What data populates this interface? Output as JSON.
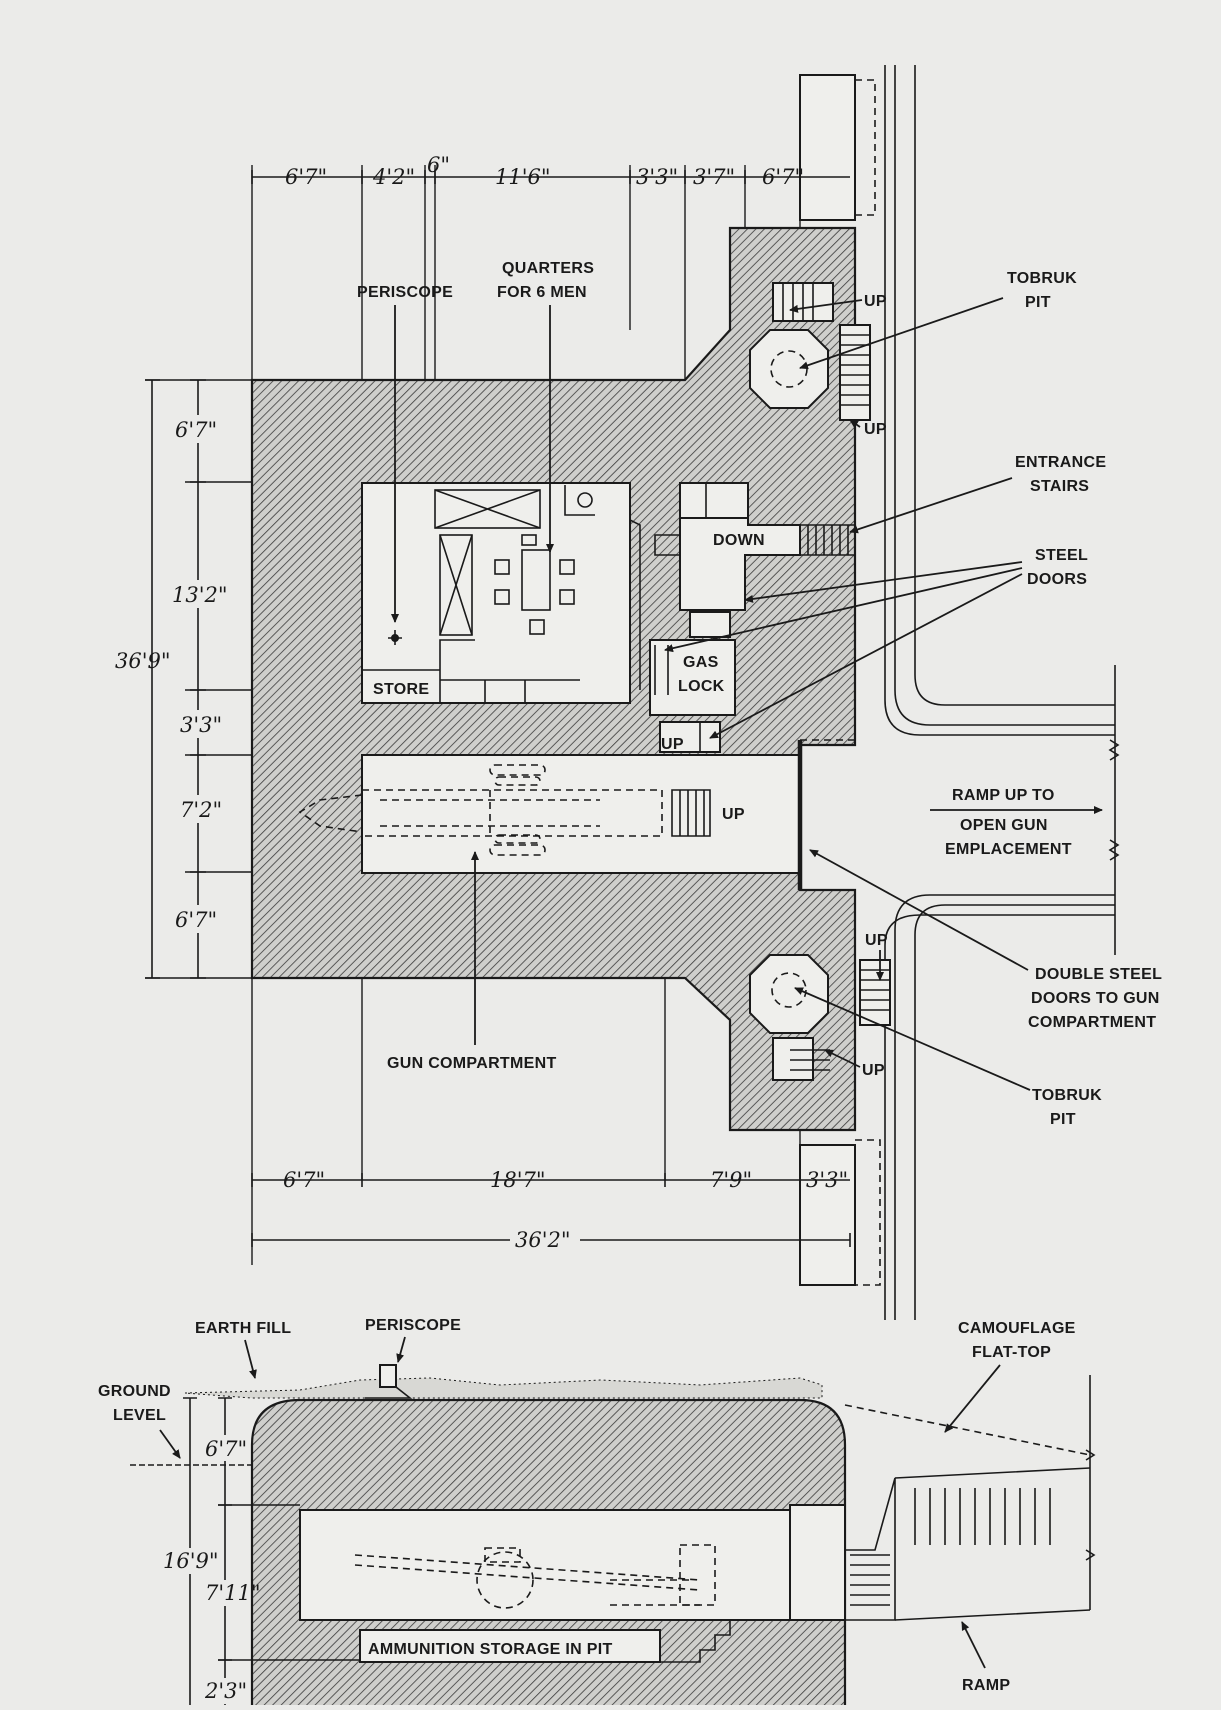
{
  "plan": {
    "labels": {
      "periscope": "PERISCOPE",
      "quarters_1": "QUARTERS",
      "quarters_2": "FOR 6 MEN",
      "tobruk_top_1": "TOBRUK",
      "tobruk_top_2": "PIT",
      "up_1": "UP",
      "up_2": "UP",
      "entrance_1": "ENTRANCE",
      "entrance_2": "STAIRS",
      "down": "DOWN",
      "steel_1": "STEEL",
      "steel_2": "DOORS",
      "gas_1": "GAS",
      "gas_2": "LOCK",
      "store": "STORE",
      "up_3": "UP",
      "up_4": "UP",
      "ramp_1": "RAMP UP TO",
      "ramp_2": "OPEN GUN",
      "ramp_3": "EMPLACEMENT",
      "up_5": "UP",
      "up_6": "UP",
      "double_1": "DOUBLE STEEL",
      "double_2": "DOORS TO GUN",
      "double_3": "COMPARTMENT",
      "gun_compartment": "GUN COMPARTMENT",
      "tobruk_bot_1": "TOBRUK",
      "tobruk_bot_2": "PIT"
    },
    "dims_top": [
      "6'7\"",
      "4'2\"",
      "6\"",
      "11'6\"",
      "3'3\"",
      "3'7\"",
      "6'7\""
    ],
    "dims_left": [
      "6'7\"",
      "13'2\"",
      "3'3\"",
      "7'2\"",
      "6'7\""
    ],
    "dim_total_left": "36'9\"",
    "dims_bottom": [
      "6'7\"",
      "18'7\"",
      "7'9\"",
      "3'3\""
    ],
    "dim_total_bottom": "36'2\""
  },
  "section": {
    "labels": {
      "earth_fill": "EARTH FILL",
      "periscope": "PERISCOPE",
      "camo_1": "CAMOUFLAGE",
      "camo_2": "FLAT-TOP",
      "ground_1": "GROUND",
      "ground_2": "LEVEL",
      "ammo": "AMMUNITION STORAGE IN PIT",
      "ramp": "RAMP"
    },
    "dims": [
      "6'7\"",
      "16'9\"",
      "7'11\"",
      "2'3\""
    ]
  }
}
